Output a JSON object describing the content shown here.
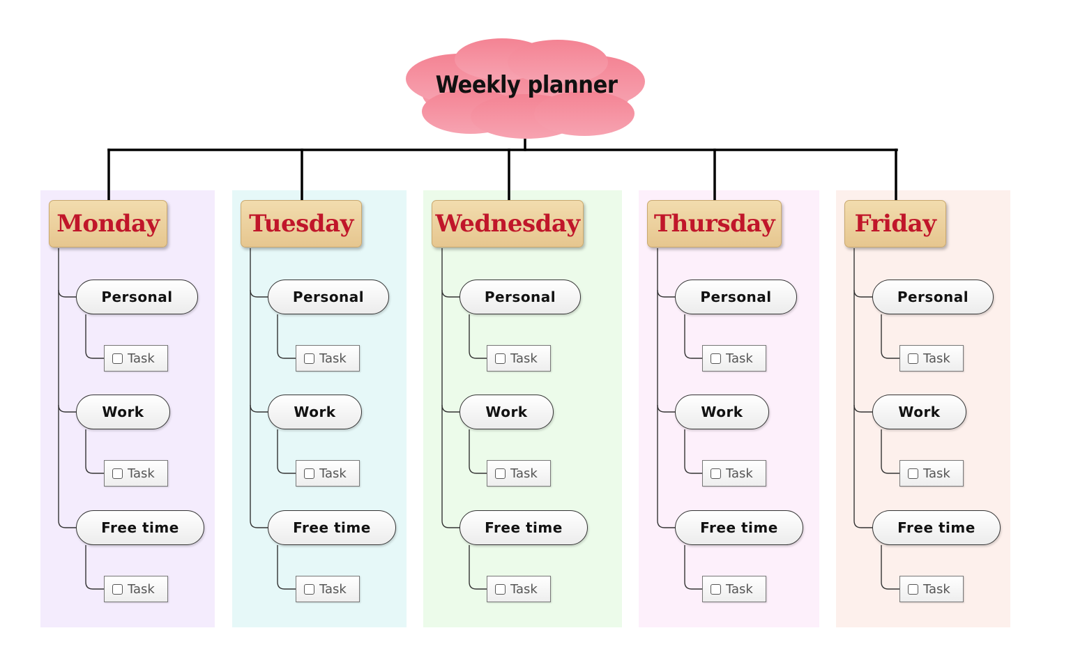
{
  "title": "Weekly planner",
  "colors": {
    "cloud": "#f48a9b",
    "day_text": "#c0162a",
    "header_fill": "#ebcd98"
  },
  "days": [
    {
      "name": "Monday",
      "bg": "#f4ecfd",
      "categories": [
        {
          "label": "Personal",
          "task": "Task"
        },
        {
          "label": "Work",
          "task": "Task"
        },
        {
          "label": "Free time",
          "task": "Task"
        }
      ]
    },
    {
      "name": "Tuesday",
      "bg": "#e6f8f8",
      "categories": [
        {
          "label": "Personal",
          "task": "Task"
        },
        {
          "label": "Work",
          "task": "Task"
        },
        {
          "label": "Free time",
          "task": "Task"
        }
      ]
    },
    {
      "name": "Wednesday",
      "bg": "#ecfbea",
      "categories": [
        {
          "label": "Personal",
          "task": "Task"
        },
        {
          "label": "Work",
          "task": "Task"
        },
        {
          "label": "Free time",
          "task": "Task"
        }
      ]
    },
    {
      "name": "Thursday",
      "bg": "#fdf0fb",
      "categories": [
        {
          "label": "Personal",
          "task": "Task"
        },
        {
          "label": "Work",
          "task": "Task"
        },
        {
          "label": "Free time",
          "task": "Task"
        }
      ]
    },
    {
      "name": "Friday",
      "bg": "#fdf0ec",
      "categories": [
        {
          "label": "Personal",
          "task": "Task"
        },
        {
          "label": "Work",
          "task": "Task"
        },
        {
          "label": "Free time",
          "task": "Task"
        }
      ]
    }
  ]
}
